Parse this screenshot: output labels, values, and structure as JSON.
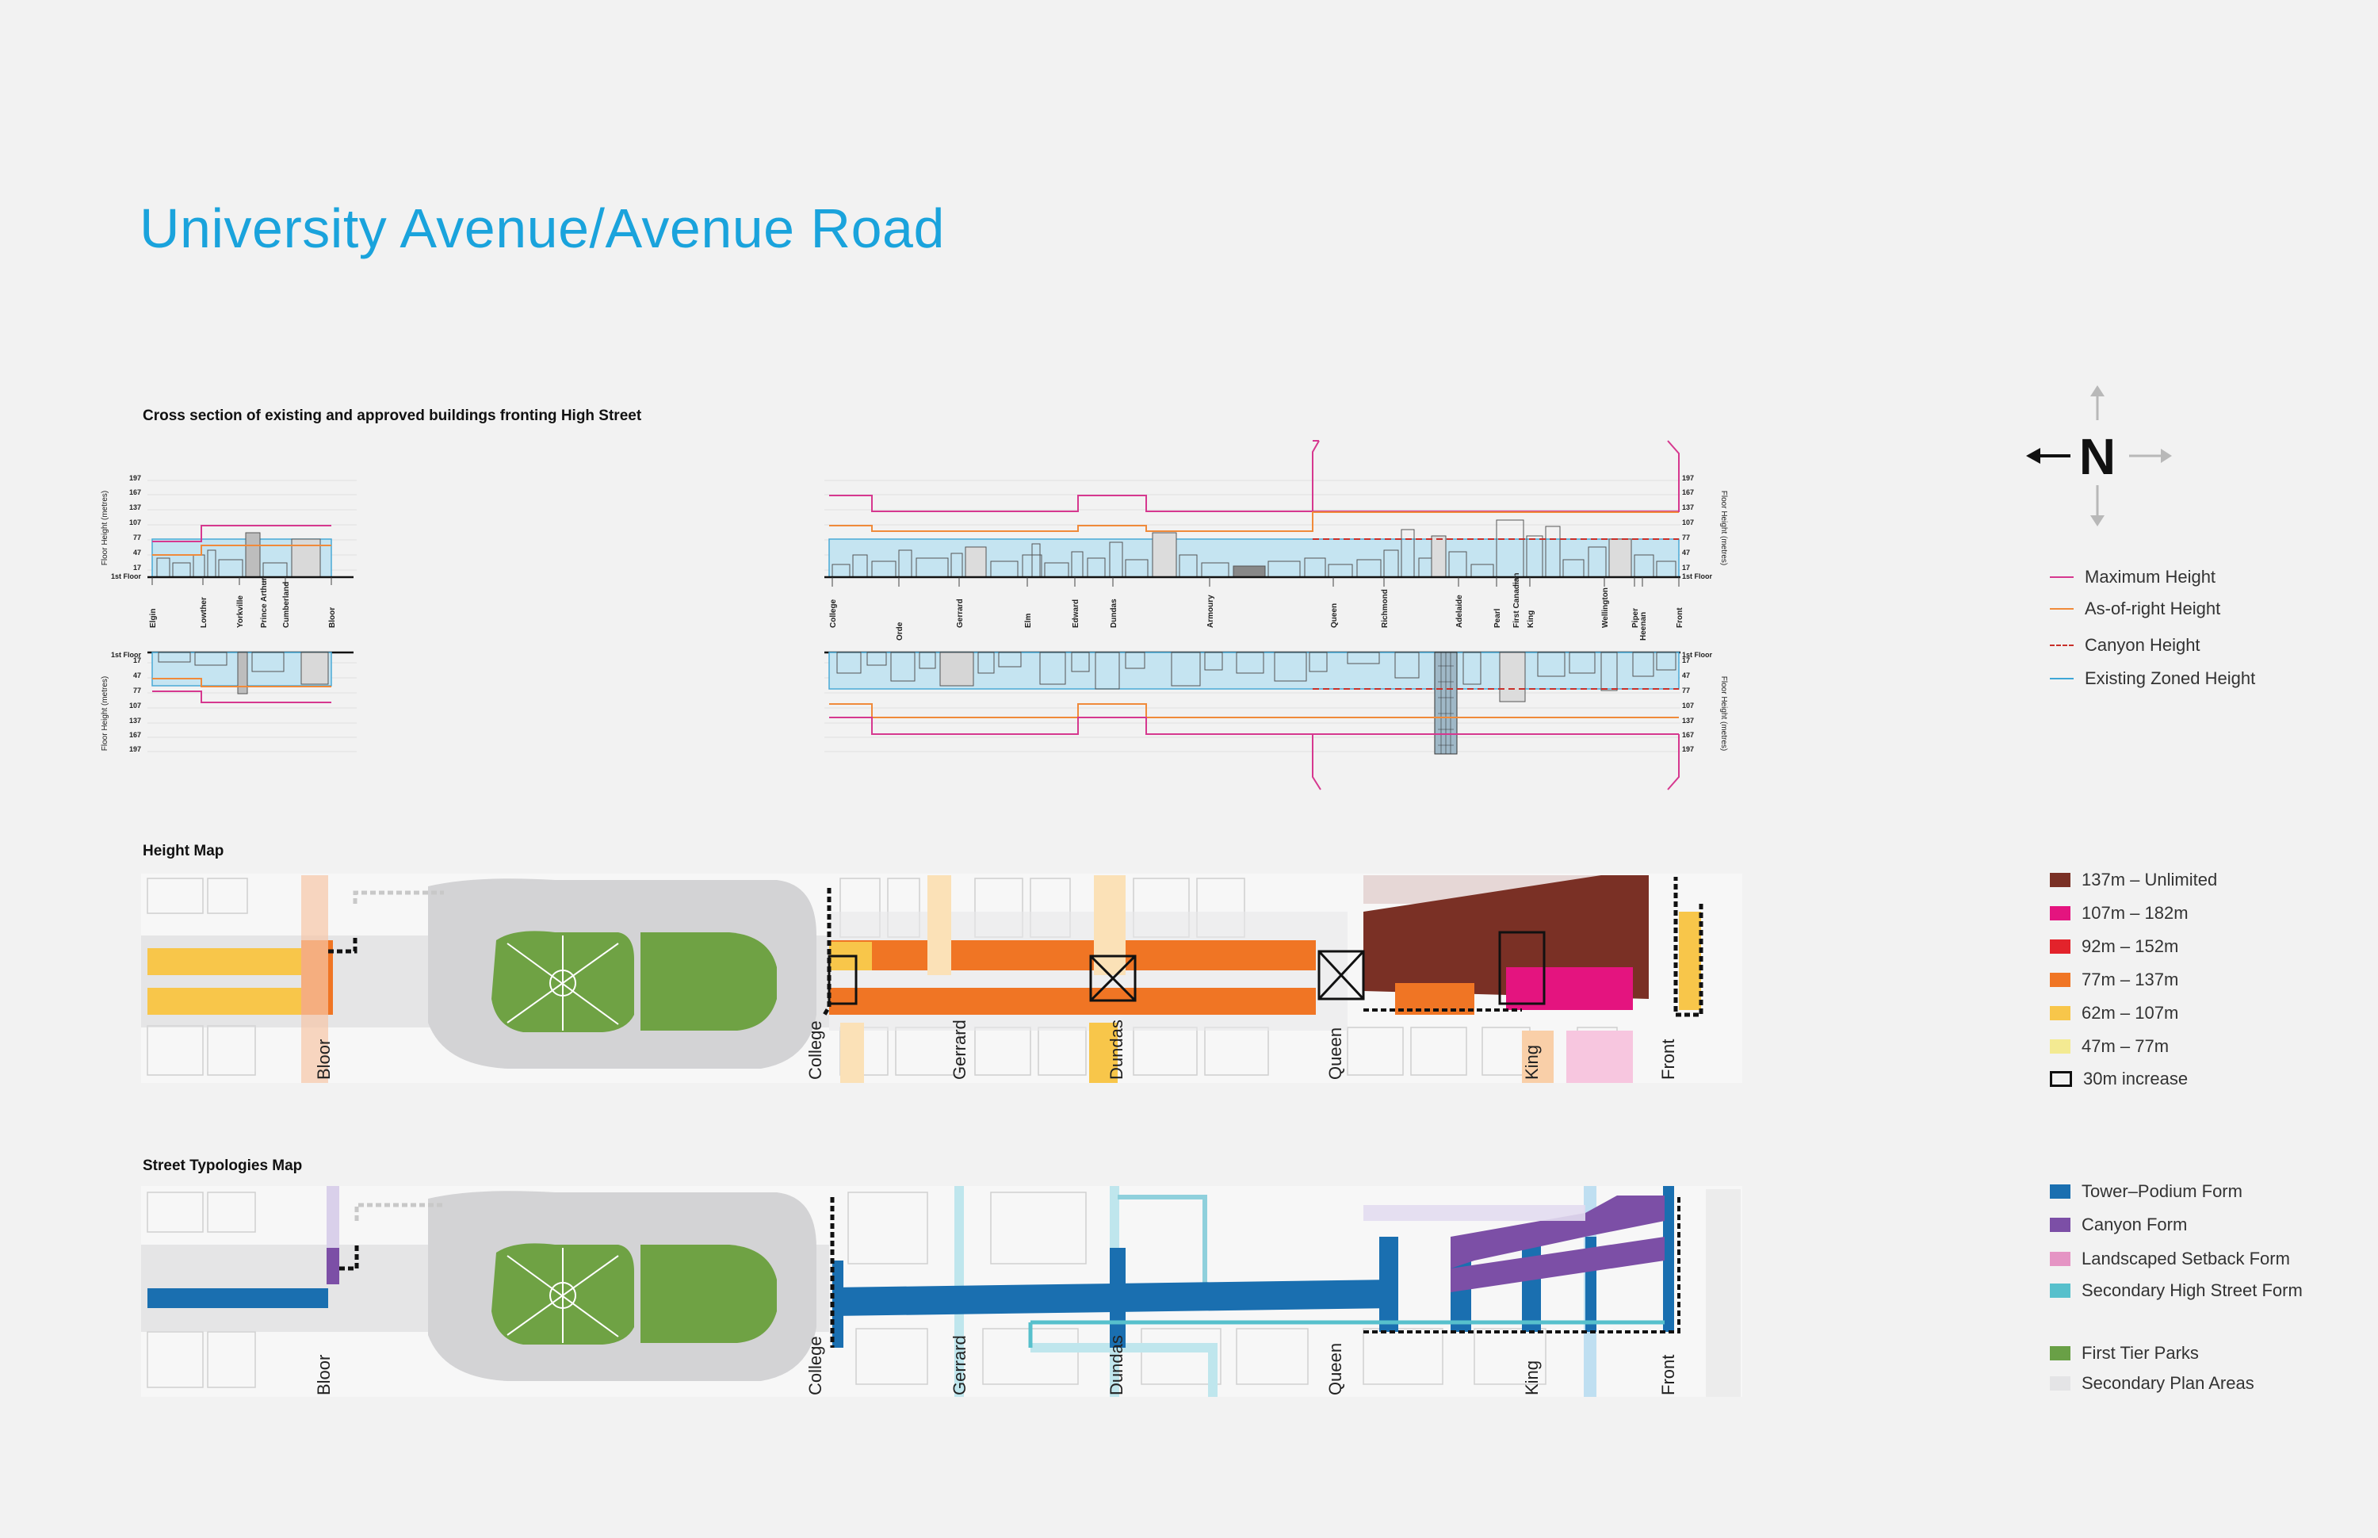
{
  "title": "University Avenue/Avenue Road",
  "section_cross": "Cross section of existing and approved buildings fronting High Street",
  "section_height": "Height Map",
  "section_street": "Street Typologies Map",
  "compass": {
    "label": "N"
  },
  "axis": {
    "label": "Floor Height  (metres)",
    "ticks": [
      "197",
      "167",
      "137",
      "107",
      "77",
      "47",
      "17",
      "1st Floor"
    ]
  },
  "left_streets": [
    "Elgin",
    "Lowther",
    "Yorkville",
    "Prince Arthur",
    "Cumberland",
    "Bloor"
  ],
  "right_streets": [
    "College",
    "Orde",
    "Gerrard",
    "Elm",
    "Edward",
    "Dundas",
    "Armoury",
    "Queen",
    "Richmond",
    "Adelaide",
    "Pearl",
    "First Canadian",
    "King",
    "Wellington",
    "Piper",
    "Heenan",
    "Front"
  ],
  "map_streets": [
    "Bloor",
    "College",
    "Gerrard",
    "Dundas",
    "Queen",
    "King",
    "Front"
  ],
  "legend_lines": [
    {
      "label": "Maximum Height",
      "color": "#d6388f",
      "style": "solid"
    },
    {
      "label": "As-of-right Height",
      "color": "#f08a3a",
      "style": "solid"
    },
    {
      "label": "Canyon Height",
      "color": "#c8302a",
      "style": "dashed"
    },
    {
      "label": "Existing Zoned Height",
      "color": "#3ea7d6",
      "style": "solid"
    }
  ],
  "legend_heights": [
    {
      "label": "137m – Unlimited",
      "color": "#7a3025"
    },
    {
      "label": "107m – 182m",
      "color": "#e4147f"
    },
    {
      "label": "92m – 152m",
      "color": "#e3232b"
    },
    {
      "label": "77m – 137m",
      "color": "#f07524"
    },
    {
      "label": "62m – 107m",
      "color": "#f8c64a"
    },
    {
      "label": "47m – 77m",
      "color": "#f3ea92"
    },
    {
      "label": "30m increase",
      "color": "outline"
    }
  ],
  "legend_typologies": [
    {
      "label": "Tower–Podium Form",
      "color": "#1a6fb0"
    },
    {
      "label": "Canyon Form",
      "color": "#7c4fa6"
    },
    {
      "label": "Landscaped Setback Form",
      "color": "#e594c4"
    },
    {
      "label": "Secondary High Street Form",
      "color": "#57c0cc"
    },
    {
      "label": "First Tier Parks",
      "color": "#69a046"
    },
    {
      "label": "Secondary Plan Areas",
      "color": "#e4e4e6"
    }
  ]
}
